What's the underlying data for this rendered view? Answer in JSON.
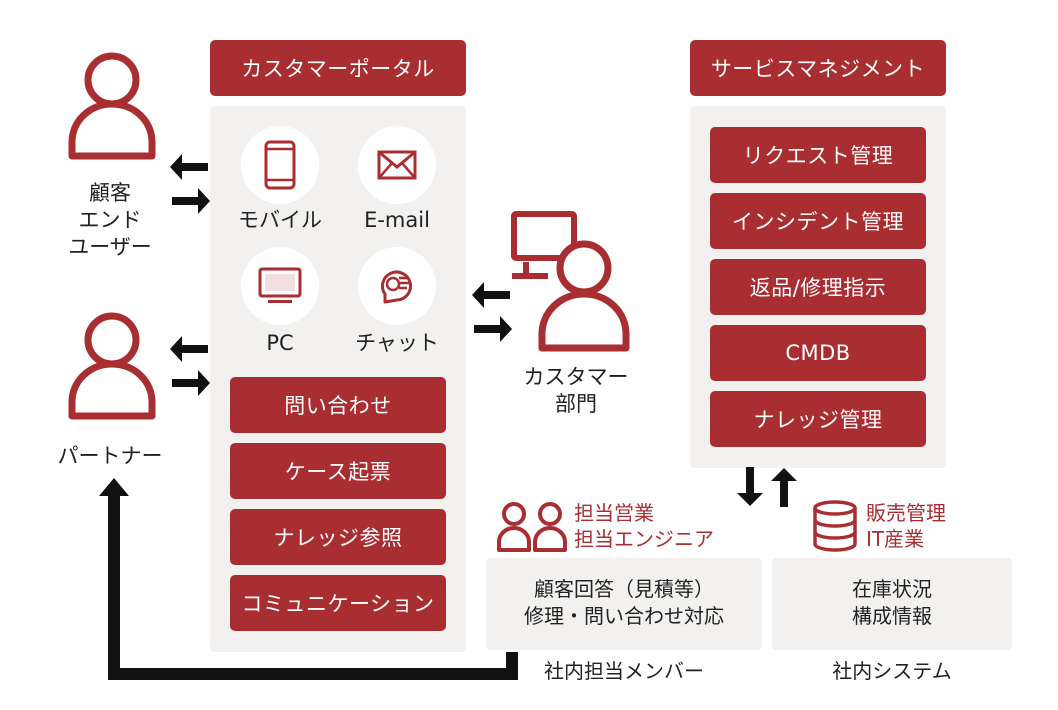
{
  "portal": {
    "title": "カスタマーポータル",
    "channels": [
      "モバイル",
      "E-mail",
      "PC",
      "チャット"
    ],
    "functions": [
      "問い合わせ",
      "ケース起票",
      "ナレッジ参照",
      "コミュニケーション"
    ]
  },
  "service_mgmt": {
    "title": "サービスマネジメント",
    "functions": [
      "リクエスト管理",
      "インシデント管理",
      "返品/修理指示",
      "CMDB",
      "ナレッジ管理"
    ]
  },
  "actors": {
    "end_user": [
      "顧客",
      "エンド",
      "ユーザー"
    ],
    "partner": "パートナー",
    "customer_dept": [
      "カスタマー",
      "部門"
    ]
  },
  "internal_staff": {
    "roles": [
      "担当営業",
      "担当エンジニア"
    ],
    "tasks": [
      "顧客回答（見積等）",
      "修理・問い合わせ対応"
    ],
    "caption": "社内担当メンバー"
  },
  "internal_system": {
    "roles": [
      "販売管理",
      "IT産業"
    ],
    "data": [
      "在庫状況",
      "構成情報"
    ],
    "caption": "社内システム"
  },
  "colors": {
    "accent": "#a82e32",
    "panel": "#f2f1ef",
    "arrow": "#111111"
  }
}
